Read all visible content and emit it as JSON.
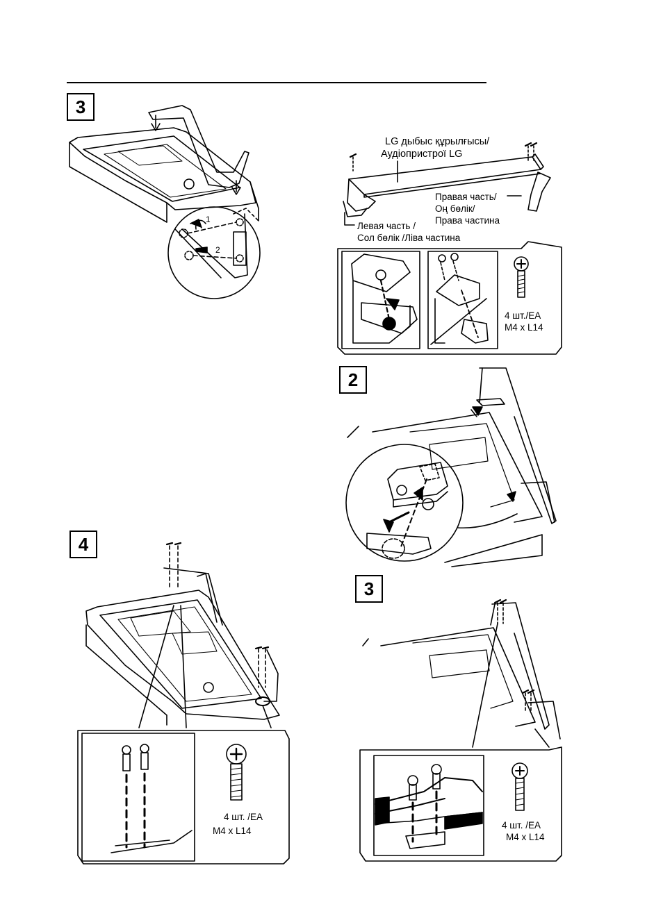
{
  "steps": {
    "left_top": "3",
    "left_bottom": "4",
    "right_middle": "2",
    "right_bottom": "3"
  },
  "labels": {
    "speaker_line1": "LG дыбыс құрылғысы/",
    "speaker_line2": "Аудіопристрої LG",
    "right_line1": "Правая часть/",
    "right_line2": "Оң бөлік/",
    "right_line3": "Права частина",
    "left_line1": "Левая часть /",
    "left_line2": "Сол бөлік /Ліва частина",
    "arrow_1": "1",
    "arrow_2": "2"
  },
  "screws": {
    "qty_top": "4 шт./EA",
    "size_top": "M4 x L14",
    "qty_left": "4 шт. /EA",
    "size_left": "M4 x L14",
    "qty_right": "4 шт. /EA",
    "size_right": "M4 x L14"
  }
}
